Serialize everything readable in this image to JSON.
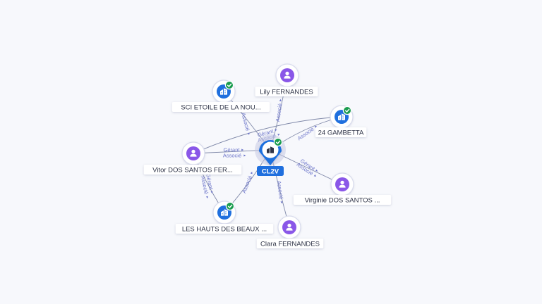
{
  "colors": {
    "company": "#1f6fde",
    "person": "#8a57e8",
    "verified": "#1a9c4f",
    "edge": "#7f88a8",
    "edge_label": "#6a73c9",
    "center_label_bg": "#1f6fde"
  },
  "center": {
    "label": "CL2V",
    "icon": "building-icon",
    "badge": "check-icon"
  },
  "nodes": [
    {
      "id": "sci",
      "type": "company",
      "label": "SCI ETOILE DE LA NOU...",
      "icon": "building-icon",
      "badge": "check-icon"
    },
    {
      "id": "lily",
      "type": "person",
      "label": "Lily FERNANDES",
      "icon": "person-icon"
    },
    {
      "id": "gambetta",
      "type": "company",
      "label": "24 GAMBETTA",
      "icon": "building-icon",
      "badge": "check-icon"
    },
    {
      "id": "vitor",
      "type": "person",
      "label": "Vitor DOS SANTOS FER...",
      "icon": "person-icon"
    },
    {
      "id": "virginie",
      "type": "person",
      "label": "Virginie DOS SANTOS ...",
      "icon": "person-icon"
    },
    {
      "id": "hauts",
      "type": "company",
      "label": "LES HAUTS DES BEAUX ...",
      "icon": "building-icon",
      "badge": "check-icon"
    },
    {
      "id": "clara",
      "type": "person",
      "label": "Clara FERNANDES",
      "icon": "person-icon"
    }
  ],
  "edges": [
    {
      "from": "center",
      "to": "sci",
      "labels": [
        "Associé"
      ]
    },
    {
      "from": "center",
      "to": "lily",
      "labels": [
        "Associé"
      ]
    },
    {
      "from": "center",
      "to": "gambetta",
      "labels": [
        "Associé"
      ]
    },
    {
      "from": "vitor",
      "to": "center",
      "labels": [
        "Gérant",
        "Associé"
      ]
    },
    {
      "from": "vitor",
      "to": "gambetta",
      "labels": [
        "Gérant",
        "Associé"
      ]
    },
    {
      "from": "virginie",
      "to": "center",
      "labels": [
        "Gérant",
        "Associé"
      ]
    },
    {
      "from": "vitor",
      "to": "hauts",
      "labels": [
        "Gérant",
        "Associé"
      ]
    },
    {
      "from": "hauts",
      "to": "center",
      "labels": [
        "Associé"
      ]
    },
    {
      "from": "clara",
      "to": "center",
      "labels": [
        "Associé"
      ]
    }
  ]
}
